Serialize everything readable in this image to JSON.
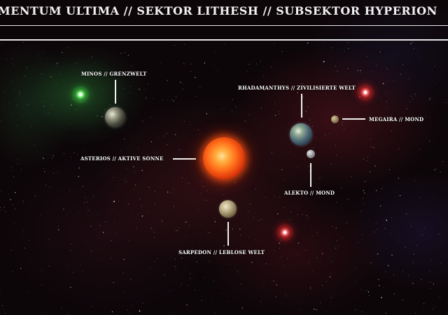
{
  "header": {
    "title": "MENTUM ULTIMA // SEKTOR LITHESH // SUBSEKTOR HYPERION"
  },
  "bodies": {
    "minos": {
      "label": "MINOS // GRENZWELT"
    },
    "asterios": {
      "label": "ASTERIOS // AKTIVE SONNE"
    },
    "rhadamanthys": {
      "label": "RHADAMANTHYS // ZIVILISIERTE WELT"
    },
    "megaira": {
      "label": "MEGAIRA // MOND"
    },
    "alekto": {
      "label": "ALEKTO // MOND"
    },
    "sarpedon": {
      "label": "SARPEDON // LEBLOSE WELT"
    }
  },
  "colors": {
    "background": "#0d0609",
    "text": "#ffffff",
    "green_star": "#6cff6c",
    "red_star": "#ff4a4a",
    "sun": "#ff5a14"
  }
}
